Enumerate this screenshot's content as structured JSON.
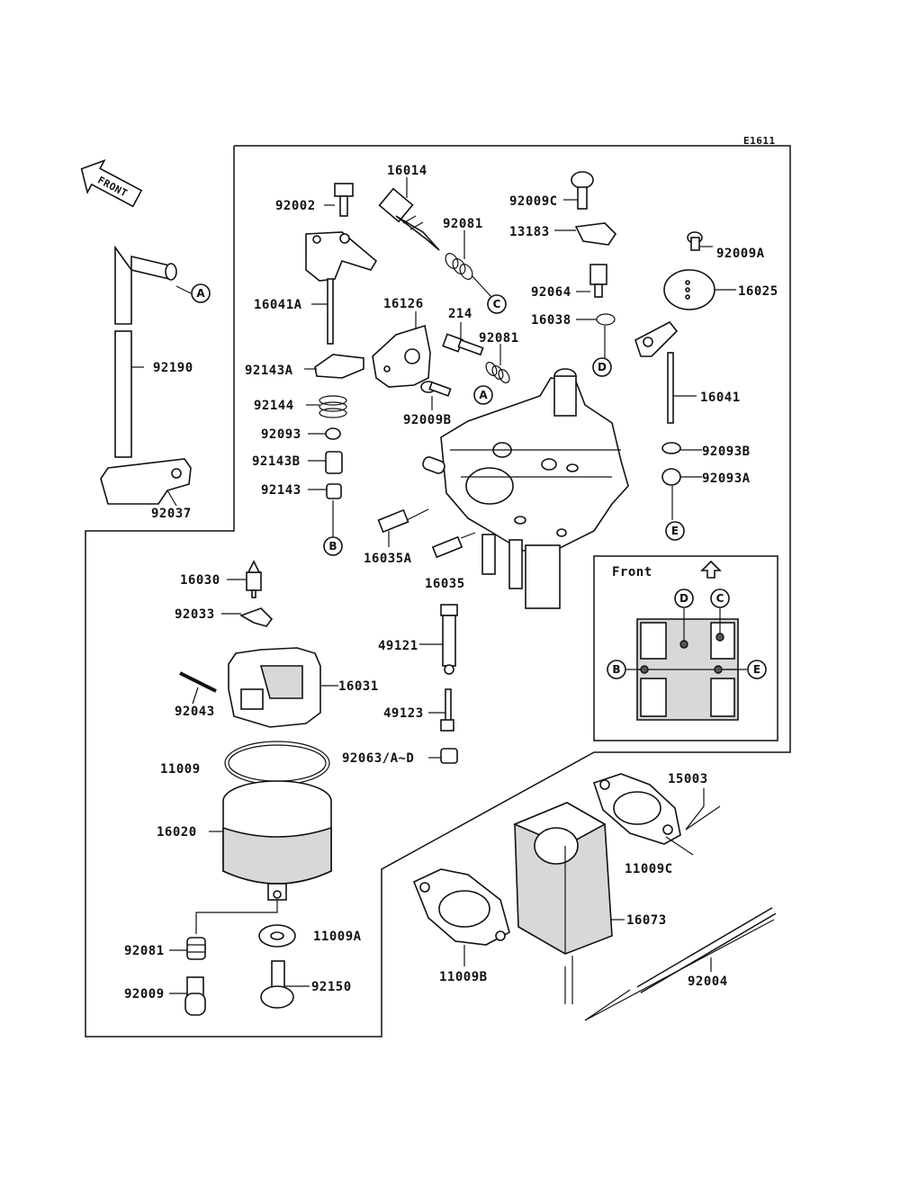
{
  "diagram_code": "E1611",
  "front_arrow_text": "FRONT",
  "inset": {
    "title": "Front"
  },
  "callouts": {
    "A": "A",
    "B": "B",
    "C": "C",
    "D": "D",
    "E": "E"
  },
  "parts": {
    "p16014": "16014",
    "p92002": "92002",
    "p92081a": "92081",
    "p92009c": "92009C",
    "p13183": "13183",
    "p92009a": "92009A",
    "p16025": "16025",
    "p92064": "92064",
    "p16041a": "16041A",
    "p16126": "16126",
    "p214": "214",
    "p92081b": "92081",
    "p16038": "16038",
    "p92190": "92190",
    "p92143a": "92143A",
    "p92144": "92144",
    "p92009b": "92009B",
    "p16041": "16041",
    "p92093": "92093",
    "p92093b": "92093B",
    "p92143b": "92143B",
    "p92093a": "92093A",
    "p92143": "92143",
    "p92037": "92037",
    "p16035a": "16035A",
    "p16035": "16035",
    "p16030": "16030",
    "p92033": "92033",
    "p49121": "49121",
    "p16031": "16031",
    "p92043": "92043",
    "p49123": "49123",
    "p92063": "92063/A~D",
    "p11009": "11009",
    "p15003": "15003",
    "p16020": "16020",
    "p11009c": "11009C",
    "p16073": "16073",
    "p92081c": "92081",
    "p11009a": "11009A",
    "p92009": "92009",
    "p92150": "92150",
    "p11009b": "11009B",
    "p92004": "92004"
  }
}
